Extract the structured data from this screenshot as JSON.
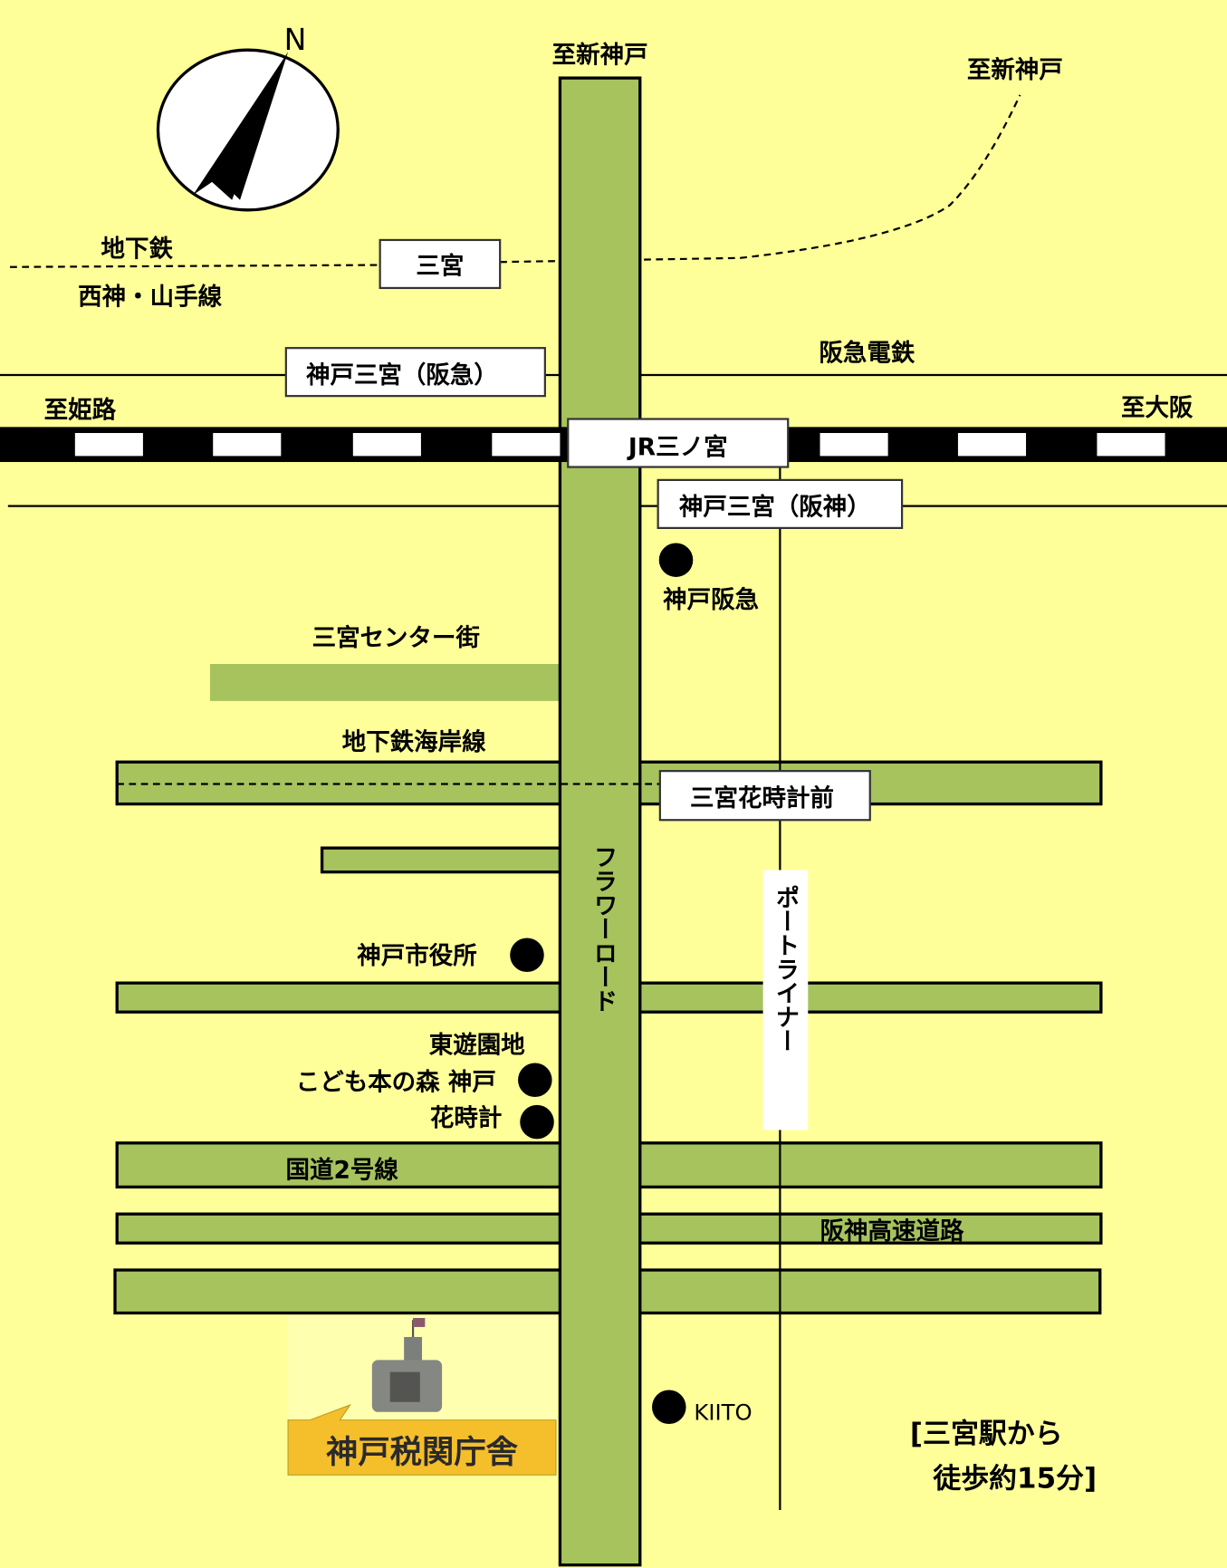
{
  "compass": {
    "north_label": "N"
  },
  "labels": {
    "to_shinkobe_road": "至新神戸",
    "to_shinkobe_subway": "至新神戸",
    "subway": "地下鉄",
    "seishin_yamate": "西神・山手線",
    "hankyu_railway": "阪急電鉄",
    "to_himeji": "至姫路",
    "to_osaka": "至大阪",
    "sannomiya_center_gai": "三宮センター街",
    "kaigan_line": "地下鉄海岸線",
    "flower_road": "フラワーロード",
    "port_liner": "ポートライナー",
    "route2": "国道2号線",
    "hanshin_expressway": "阪神高速道路"
  },
  "stations": {
    "sannomiya_subway": "三宮",
    "hankyu": "神戸三宮（阪急）",
    "jr": "JR三ノ宮",
    "hanshin": "神戸三宮（阪神）",
    "hanadokei_mae": "三宮花時計前"
  },
  "landmarks": {
    "kobe_hankyu": "神戸阪急",
    "city_hall": "神戸市役所",
    "higashi_yuenchi": "東遊園地",
    "kodomo_hon_no_mori": "こども本の森 神戸",
    "hanadokei": "花時計",
    "kiito": "KIITO",
    "customs": "神戸税関庁舎"
  },
  "note": {
    "line1": "[三宮駅から",
    "line2": "徒歩約15分]"
  },
  "colors": {
    "background": "#FFFF99",
    "road": "#A6C35E",
    "callout": "#F5BE2B"
  }
}
